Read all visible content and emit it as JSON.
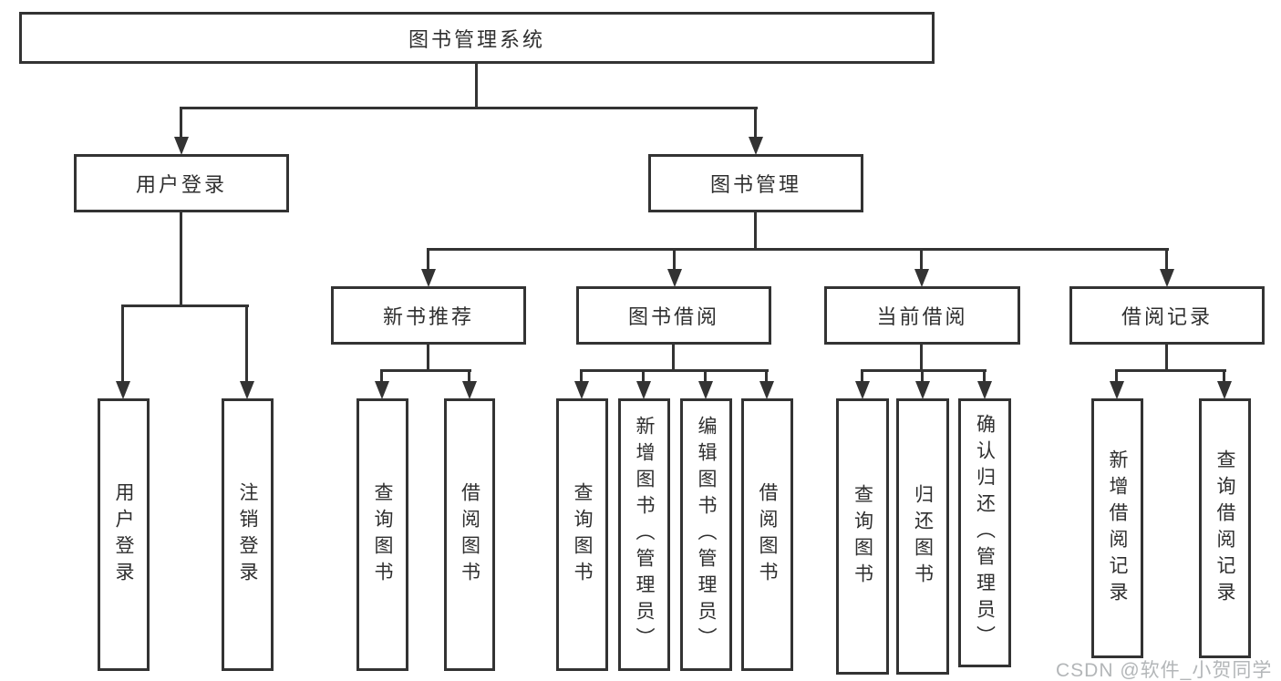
{
  "nodes": {
    "root": "图书管理系统",
    "level2": [
      "用户登录",
      "图书管理"
    ],
    "level3": [
      "新书推荐",
      "图书借阅",
      "当前借阅",
      "借阅记录"
    ]
  },
  "leaves": {
    "user": [
      "用户登录",
      "注销登录"
    ],
    "recommend": [
      "查询图书",
      "借阅图书"
    ],
    "borrow": [
      "查询图书",
      "新增图书（管理员）",
      "编辑图书（管理员）",
      "借阅图书"
    ],
    "current": [
      "查询图书",
      "归还图书",
      "确认归还（管理员）"
    ],
    "records": [
      "新增借阅记录",
      "查询借阅记录"
    ]
  },
  "watermark": "CSDN @软件_小贺同学",
  "colors": {
    "line": "#333333",
    "text": "#2f2f2f",
    "watermark": "#b3b6b8",
    "background": "#ffffff"
  }
}
